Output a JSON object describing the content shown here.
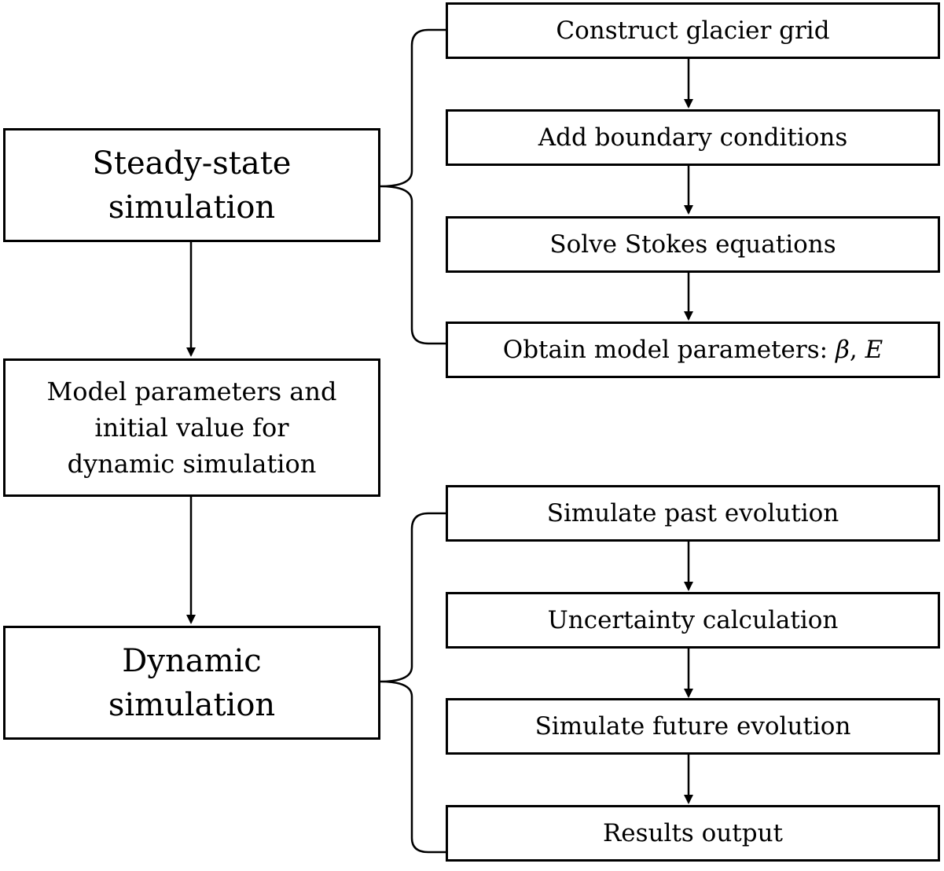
{
  "left": {
    "steady": "Steady-state\nsimulation",
    "params": "Model parameters and\ninitial value for\ndynamic simulation",
    "dynamic": "Dynamic\nsimulation"
  },
  "steady_steps": [
    "Construct glacier grid",
    "Add boundary conditions",
    "Solve Stokes equations"
  ],
  "obtain": {
    "prefix": "Obtain model parameters: ",
    "beta": "β",
    "sep": ", ",
    "e": "E"
  },
  "dynamic_steps": [
    "Simulate past evolution",
    "Uncertainty calculation",
    "Simulate future evolution",
    "Results output"
  ]
}
